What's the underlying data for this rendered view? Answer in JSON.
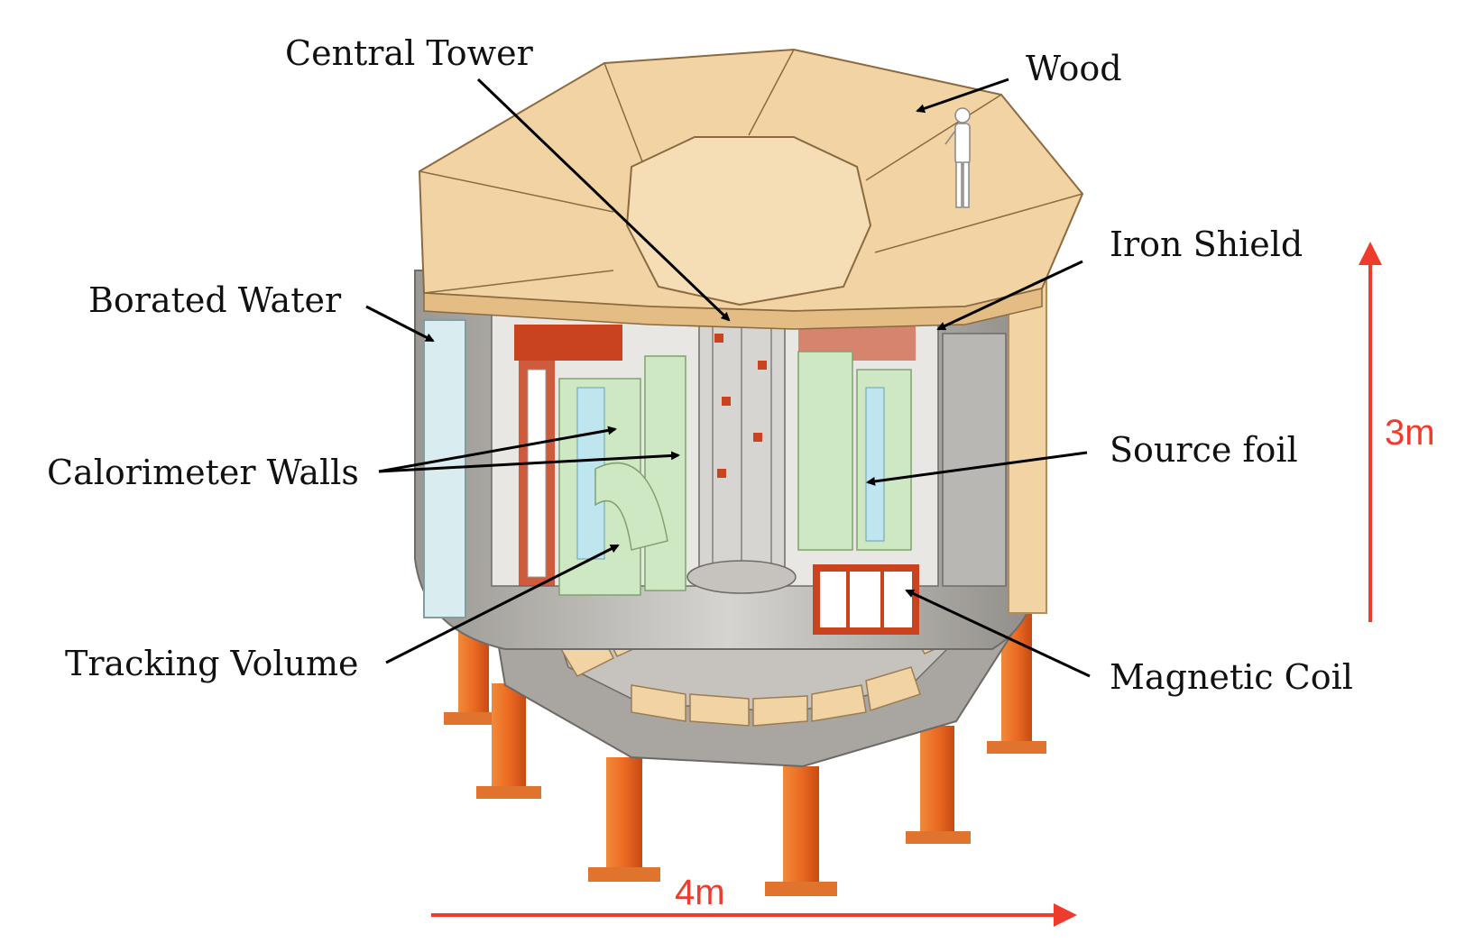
{
  "labels": {
    "central_tower": "Central Tower",
    "wood": "Wood",
    "iron_shield": "Iron Shield",
    "borated_water": "Borated Water",
    "calorimeter_walls": "Calorimeter Walls",
    "source_foil": "Source foil",
    "tracking_volume": "Tracking Volume",
    "magnetic_coil": "Magnetic Coil"
  },
  "scale": {
    "height": "3m",
    "width": "4m"
  },
  "colors": {
    "wood": "#f2d3a3",
    "wood_edge": "#c9a46f",
    "iron": "#b9b7b4",
    "iron_dark": "#8d8a86",
    "copper_red": "#c9431f",
    "calorimeter_green": "#cfe8c4",
    "water_panel": "#d9ecef",
    "support_orange": "#ec6a22",
    "scale_red": "#ee3b2b",
    "arrow": "#000000"
  }
}
